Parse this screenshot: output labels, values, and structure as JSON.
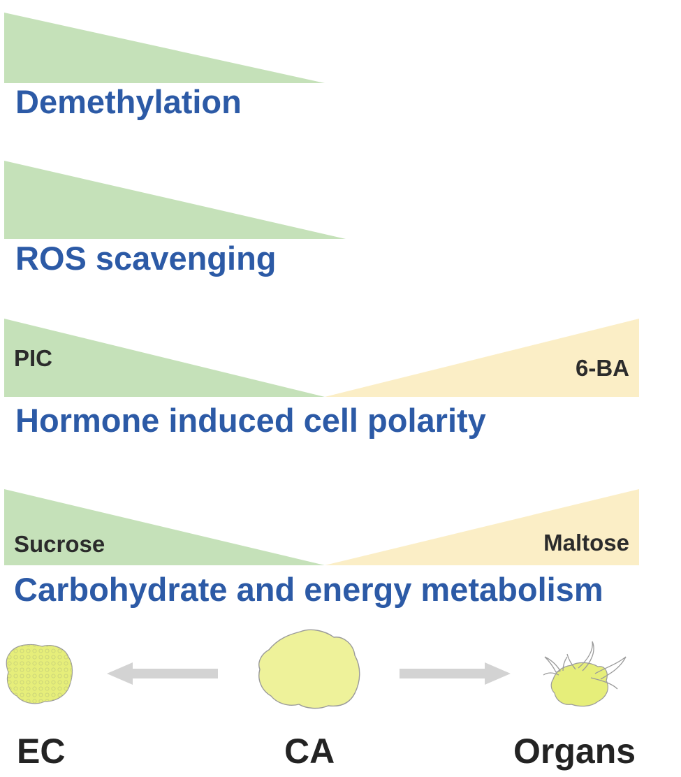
{
  "colors": {
    "green_wedge": "#c5e1b9",
    "yellow_wedge": "#fbeec6",
    "title_blue": "#2c5aa6",
    "label_dark": "#2b2b2b",
    "arrow_gray": "#d3d3d3",
    "tissue_yellow": "#eef29a",
    "tissue_yellow_ec": "#e6ee7a",
    "tissue_outline": "#9a9a9a"
  },
  "processes": [
    {
      "title": "Demethylation"
    },
    {
      "title": "ROS scavenging"
    },
    {
      "title": "Hormone induced cell polarity",
      "left_label": "PIC",
      "right_label": "6-BA"
    },
    {
      "title": "Carbohydrate and energy metabolism",
      "left_label": "Sucrose",
      "right_label": "Maltose"
    }
  ],
  "stages": {
    "left": "EC",
    "center": "CA",
    "right": "Organs"
  }
}
